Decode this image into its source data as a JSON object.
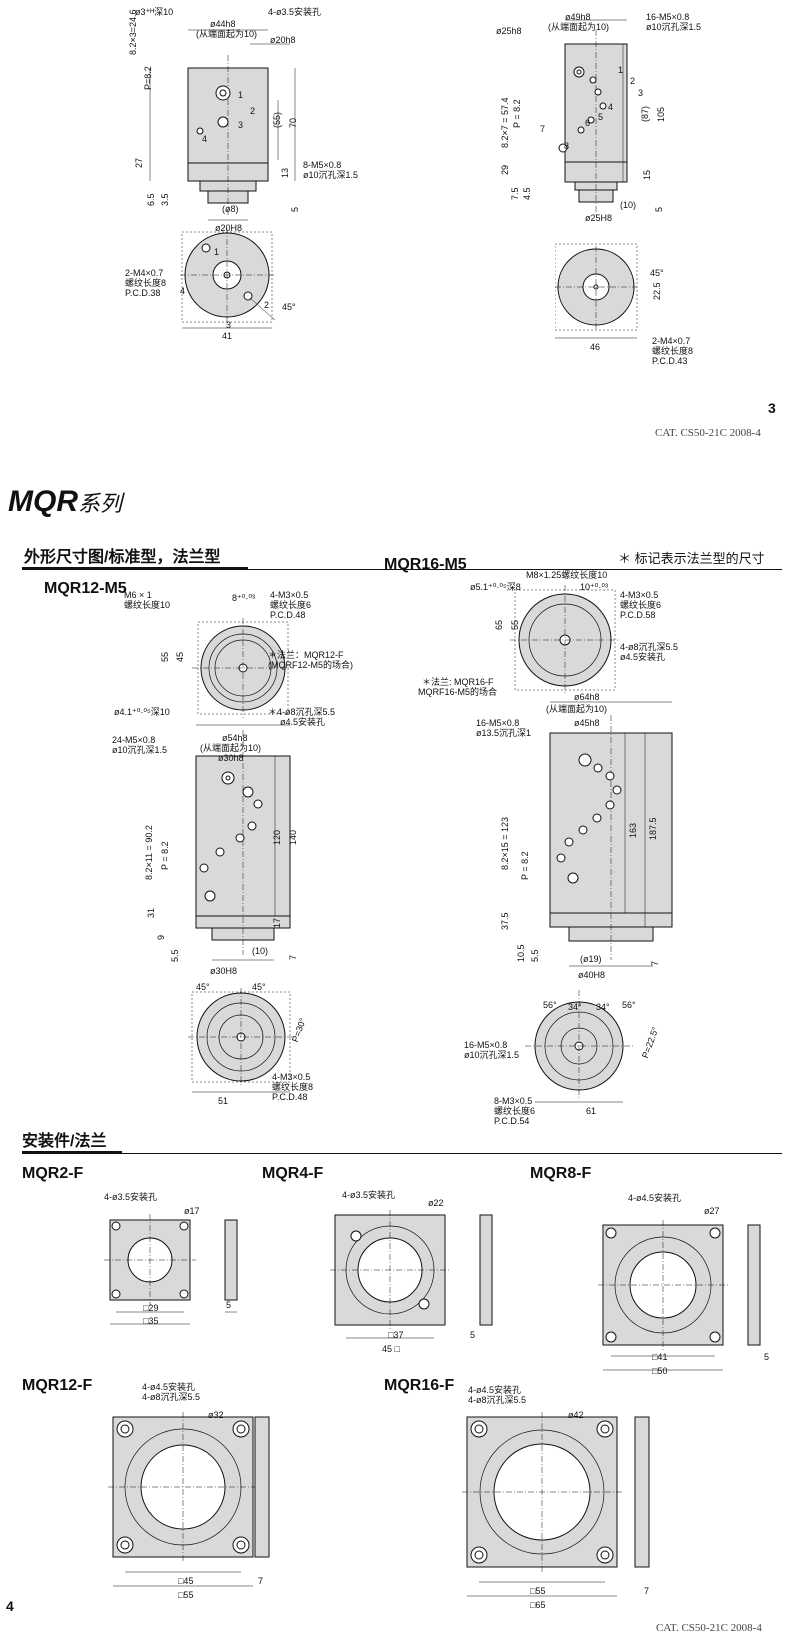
{
  "top_left": {
    "labels": [
      "ø3⁺ᴴ深10",
      "4-ø3.5安装孔",
      "ø44h8",
      "(从端面起为10)",
      "ø20h8",
      "8.2×3=24.6",
      "P=8.2",
      "1",
      "2",
      "3",
      "4",
      "(55)",
      "70",
      "27",
      "13",
      "8-M5×0.8",
      "ø10沉孔深1.5",
      "6.5",
      "3.5",
      "(ø8)",
      "ø20H8",
      "5",
      "2-M4×0.7",
      "螺纹长度8",
      "P.C.D.38",
      "45°",
      "41",
      "1",
      "2",
      "3",
      "4"
    ]
  },
  "top_right": {
    "labels": [
      "ø49h8",
      "(从端面起为10)",
      "ø25h8",
      "16-M5×0.8",
      "ø10沉孔深1.5",
      "1",
      "2",
      "3",
      "8.2×7 = 57.4",
      "P = 8.2",
      "7",
      "6",
      "5",
      "4",
      "8",
      "(87)",
      "105",
      "29",
      "15",
      "7.5",
      "4.5",
      "(10)",
      "ø25H8",
      "5",
      "45°",
      "22.5",
      "2-M4×0.7",
      "螺纹长度8",
      "P.C.D.43",
      "46"
    ]
  },
  "page3": {
    "number": "3",
    "catalog": "CAT. CS50-21C  2008-4"
  },
  "series": {
    "name": "MQR",
    "suffix": "系列"
  },
  "section1": {
    "title": "外形尺寸图/标准型，法兰型",
    "note": "＊ 标记表示法兰型的尺寸"
  },
  "mqr12m5": {
    "model": "MQR12-M5",
    "labels": [
      "M6 × 1",
      "螺纹长度10",
      "8⁺⁰·⁰³",
      "4-M3×0.5",
      "螺纹长度6",
      "P.C.D.48",
      "55",
      "45",
      "＊法兰：MQR12-F",
      "(MQRF12-M5的场合)",
      "ø4.1⁺⁰·⁰⁵深10",
      "＊4-ø8沉孔深5.5",
      "ø4.5安装孔",
      "24-M5×0.8",
      "ø10沉孔深1.5",
      "ø54h8",
      "(从端面起为10)",
      "ø30h8",
      "8.2×11 = 90.2",
      "P = 8.2",
      "120",
      "140",
      "31",
      "17",
      "9",
      "5.5",
      "(10)",
      "ø30H8",
      "7",
      "45°",
      "45°",
      "P=30°",
      "4-M3×0.5",
      "螺纹长度8",
      "P.C.D.48",
      "51"
    ]
  },
  "mqr16m5": {
    "model": "MQR16-M5",
    "labels": [
      "ø5.1⁺⁰·⁰⁵深8",
      "M8×1.25螺纹长度10",
      "10⁺⁰·⁰³",
      "4-M3×0.5",
      "螺纹长度6",
      "P.C.D.58",
      "65",
      "55",
      "4-ø8沉孔深5.5",
      "ø4.5安装孔",
      "＊法兰: MQR16-F",
      "MQRF16-M5的场合",
      "ø64h8",
      "(从端面起为10)",
      "16-M5×0.8",
      "ø13.5沉孔深1",
      "ø45h8",
      "8.2×15 = 123",
      "P = 8.2",
      "163",
      "187.5",
      "37.5",
      "10.5",
      "5.5",
      "(ø19)",
      "ø40H8",
      "7",
      "56°",
      "34°",
      "34°",
      "56°",
      "P=22.5°",
      "16-M5×0.8",
      "ø10沉孔深1.5",
      "8-M3×0.5",
      "螺纹长度6",
      "P.C.D.54",
      "61"
    ]
  },
  "section2": {
    "title": "安装件/法兰"
  },
  "flanges": [
    {
      "model": "MQR2-F",
      "holes": "4-ø3.5安装孔",
      "bore": "ø17",
      "inner": "□29",
      "outer": "□35",
      "thick": "5"
    },
    {
      "model": "MQR4-F",
      "holes": "4-ø3.5安装孔",
      "bore": "ø22",
      "inner": "□37",
      "outer": "45 □",
      "thick": "5"
    },
    {
      "model": "MQR8-F",
      "holes": "4-ø4.5安装孔",
      "bore": "ø27",
      "inner": "□41",
      "outer": "□50",
      "thick": "5"
    },
    {
      "model": "MQR12-F",
      "holes": "4-ø4.5安装孔",
      "cb": "4-ø8沉孔深5.5",
      "bore": "ø32",
      "inner": "□45",
      "outer": "□55",
      "thick": "7"
    },
    {
      "model": "MQR16-F",
      "holes": "4-ø4.5安装孔",
      "cb": "4-ø8沉孔深5.5",
      "bore": "ø42",
      "inner": "□55",
      "outer": "□65",
      "thick": "7"
    }
  ],
  "page4": {
    "number": "4",
    "catalog": "CAT. CS50-21C  2008-4"
  }
}
